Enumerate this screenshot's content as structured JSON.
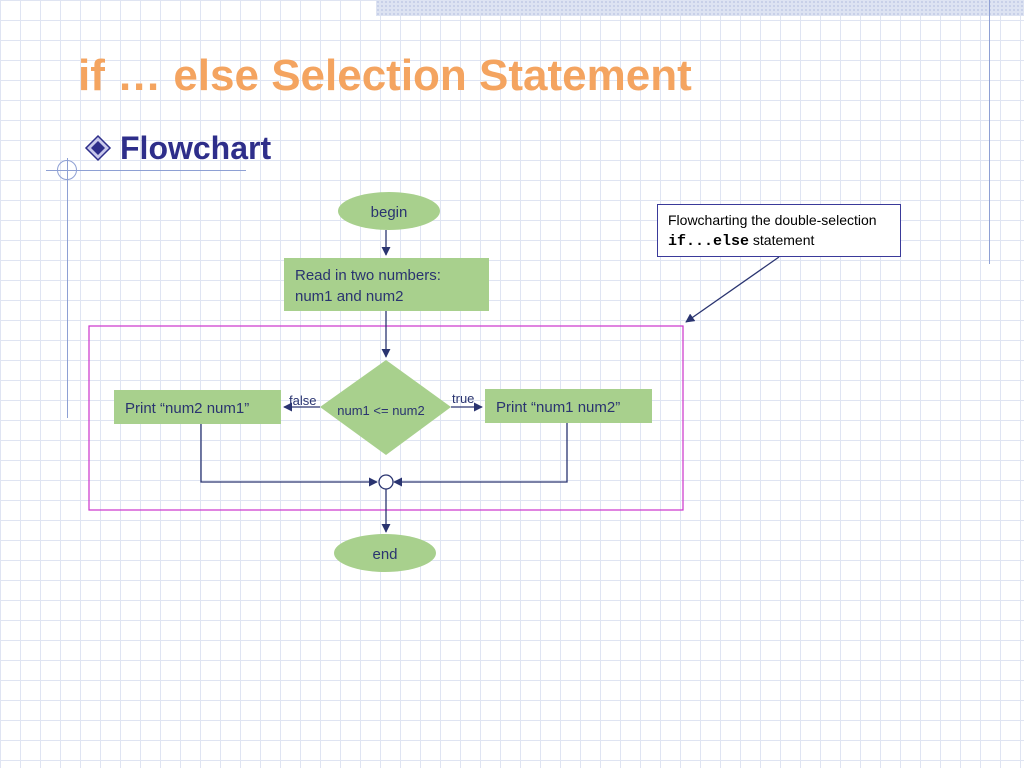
{
  "slide": {
    "title": "if … else Selection Statement",
    "bullet": "Flowchart"
  },
  "flowchart": {
    "begin_label": "begin",
    "read_label_line1": "Read in two numbers:",
    "read_label_line2": "num1 and num2",
    "decision_label": "num1 <= num2",
    "false_label": "false",
    "true_label": "true",
    "print_false_label": "Print “num2 num1”",
    "print_true_label": "Print “num1 num2”",
    "end_label": "end"
  },
  "callout": {
    "text_before": "Flowcharting the double-selection ",
    "code": "if...else",
    "text_after": " statement"
  },
  "colors": {
    "title": "#f4a460",
    "bullet_text": "#2e2e8a",
    "shape_fill": "#a8d08d",
    "shape_text": "#2a3470",
    "connector": "#2a3470",
    "highlight_box": "#cc33cc",
    "callout_border": "#3a3a9a",
    "grid": "#dfe4f2"
  }
}
